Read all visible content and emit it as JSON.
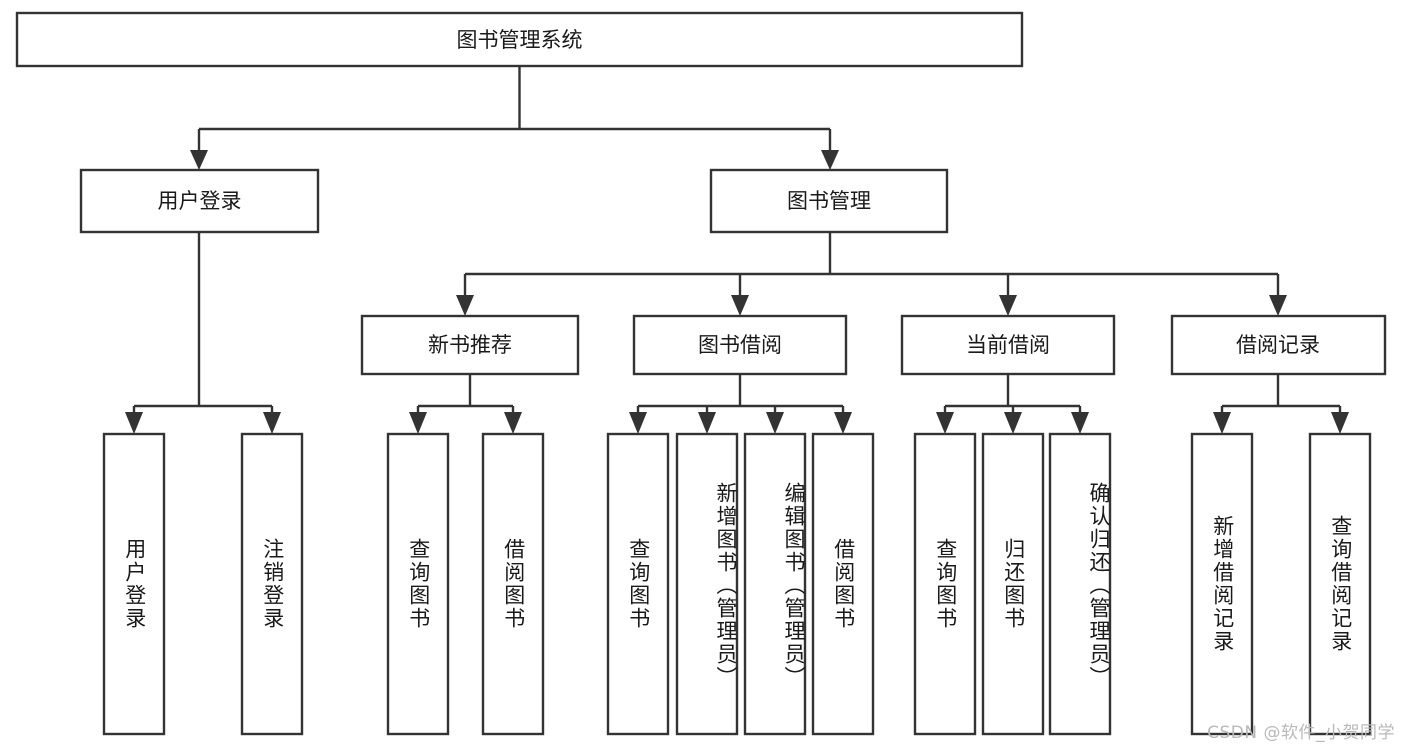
{
  "diagram": {
    "type": "hierarchy-tree",
    "title": "图书管理系统",
    "levels": {
      "root": {
        "label": "图书管理系统"
      },
      "level2": [
        {
          "id": "user-login",
          "label": "用户登录"
        },
        {
          "id": "book-management",
          "label": "图书管理"
        }
      ],
      "level3": [
        {
          "id": "new-book-recommend",
          "label": "新书推荐",
          "parent": "book-management"
        },
        {
          "id": "book-borrow",
          "label": "图书借阅",
          "parent": "book-management"
        },
        {
          "id": "current-borrow",
          "label": "当前借阅",
          "parent": "book-management"
        },
        {
          "id": "borrow-record",
          "label": "借阅记录",
          "parent": "book-management"
        }
      ],
      "leaves": [
        {
          "id": "leaf-user-login",
          "label": "用户登录",
          "parent": "user-login"
        },
        {
          "id": "leaf-logout",
          "label": "注销登录",
          "parent": "user-login"
        },
        {
          "id": "leaf-query-book-1",
          "label": "查询图书",
          "parent": "new-book-recommend"
        },
        {
          "id": "leaf-borrow-book-1",
          "label": "借阅图书",
          "parent": "new-book-recommend"
        },
        {
          "id": "leaf-query-book-2",
          "label": "查询图书",
          "parent": "book-borrow"
        },
        {
          "id": "leaf-add-book",
          "label": "新增图书（管理员）",
          "parent": "book-borrow"
        },
        {
          "id": "leaf-edit-book",
          "label": "编辑图书（管理员）",
          "parent": "book-borrow"
        },
        {
          "id": "leaf-borrow-book-2",
          "label": "借阅图书",
          "parent": "book-borrow"
        },
        {
          "id": "leaf-query-book-3",
          "label": "查询图书",
          "parent": "current-borrow"
        },
        {
          "id": "leaf-return-book",
          "label": "归还图书",
          "parent": "current-borrow"
        },
        {
          "id": "leaf-confirm-return",
          "label": "确认归还（管理员）",
          "parent": "current-borrow"
        },
        {
          "id": "leaf-add-record",
          "label": "新增借阅记录",
          "parent": "borrow-record"
        },
        {
          "id": "leaf-query-record",
          "label": "查询借阅记录",
          "parent": "borrow-record"
        }
      ]
    }
  },
  "watermark": {
    "text": "CSDN @软件_小贺同学"
  },
  "colors": {
    "box_stroke": "#333333",
    "box_fill": "#ffffff",
    "text": "#1a1a1a",
    "watermark": "#b9b9b9",
    "background": "#ffffff"
  }
}
